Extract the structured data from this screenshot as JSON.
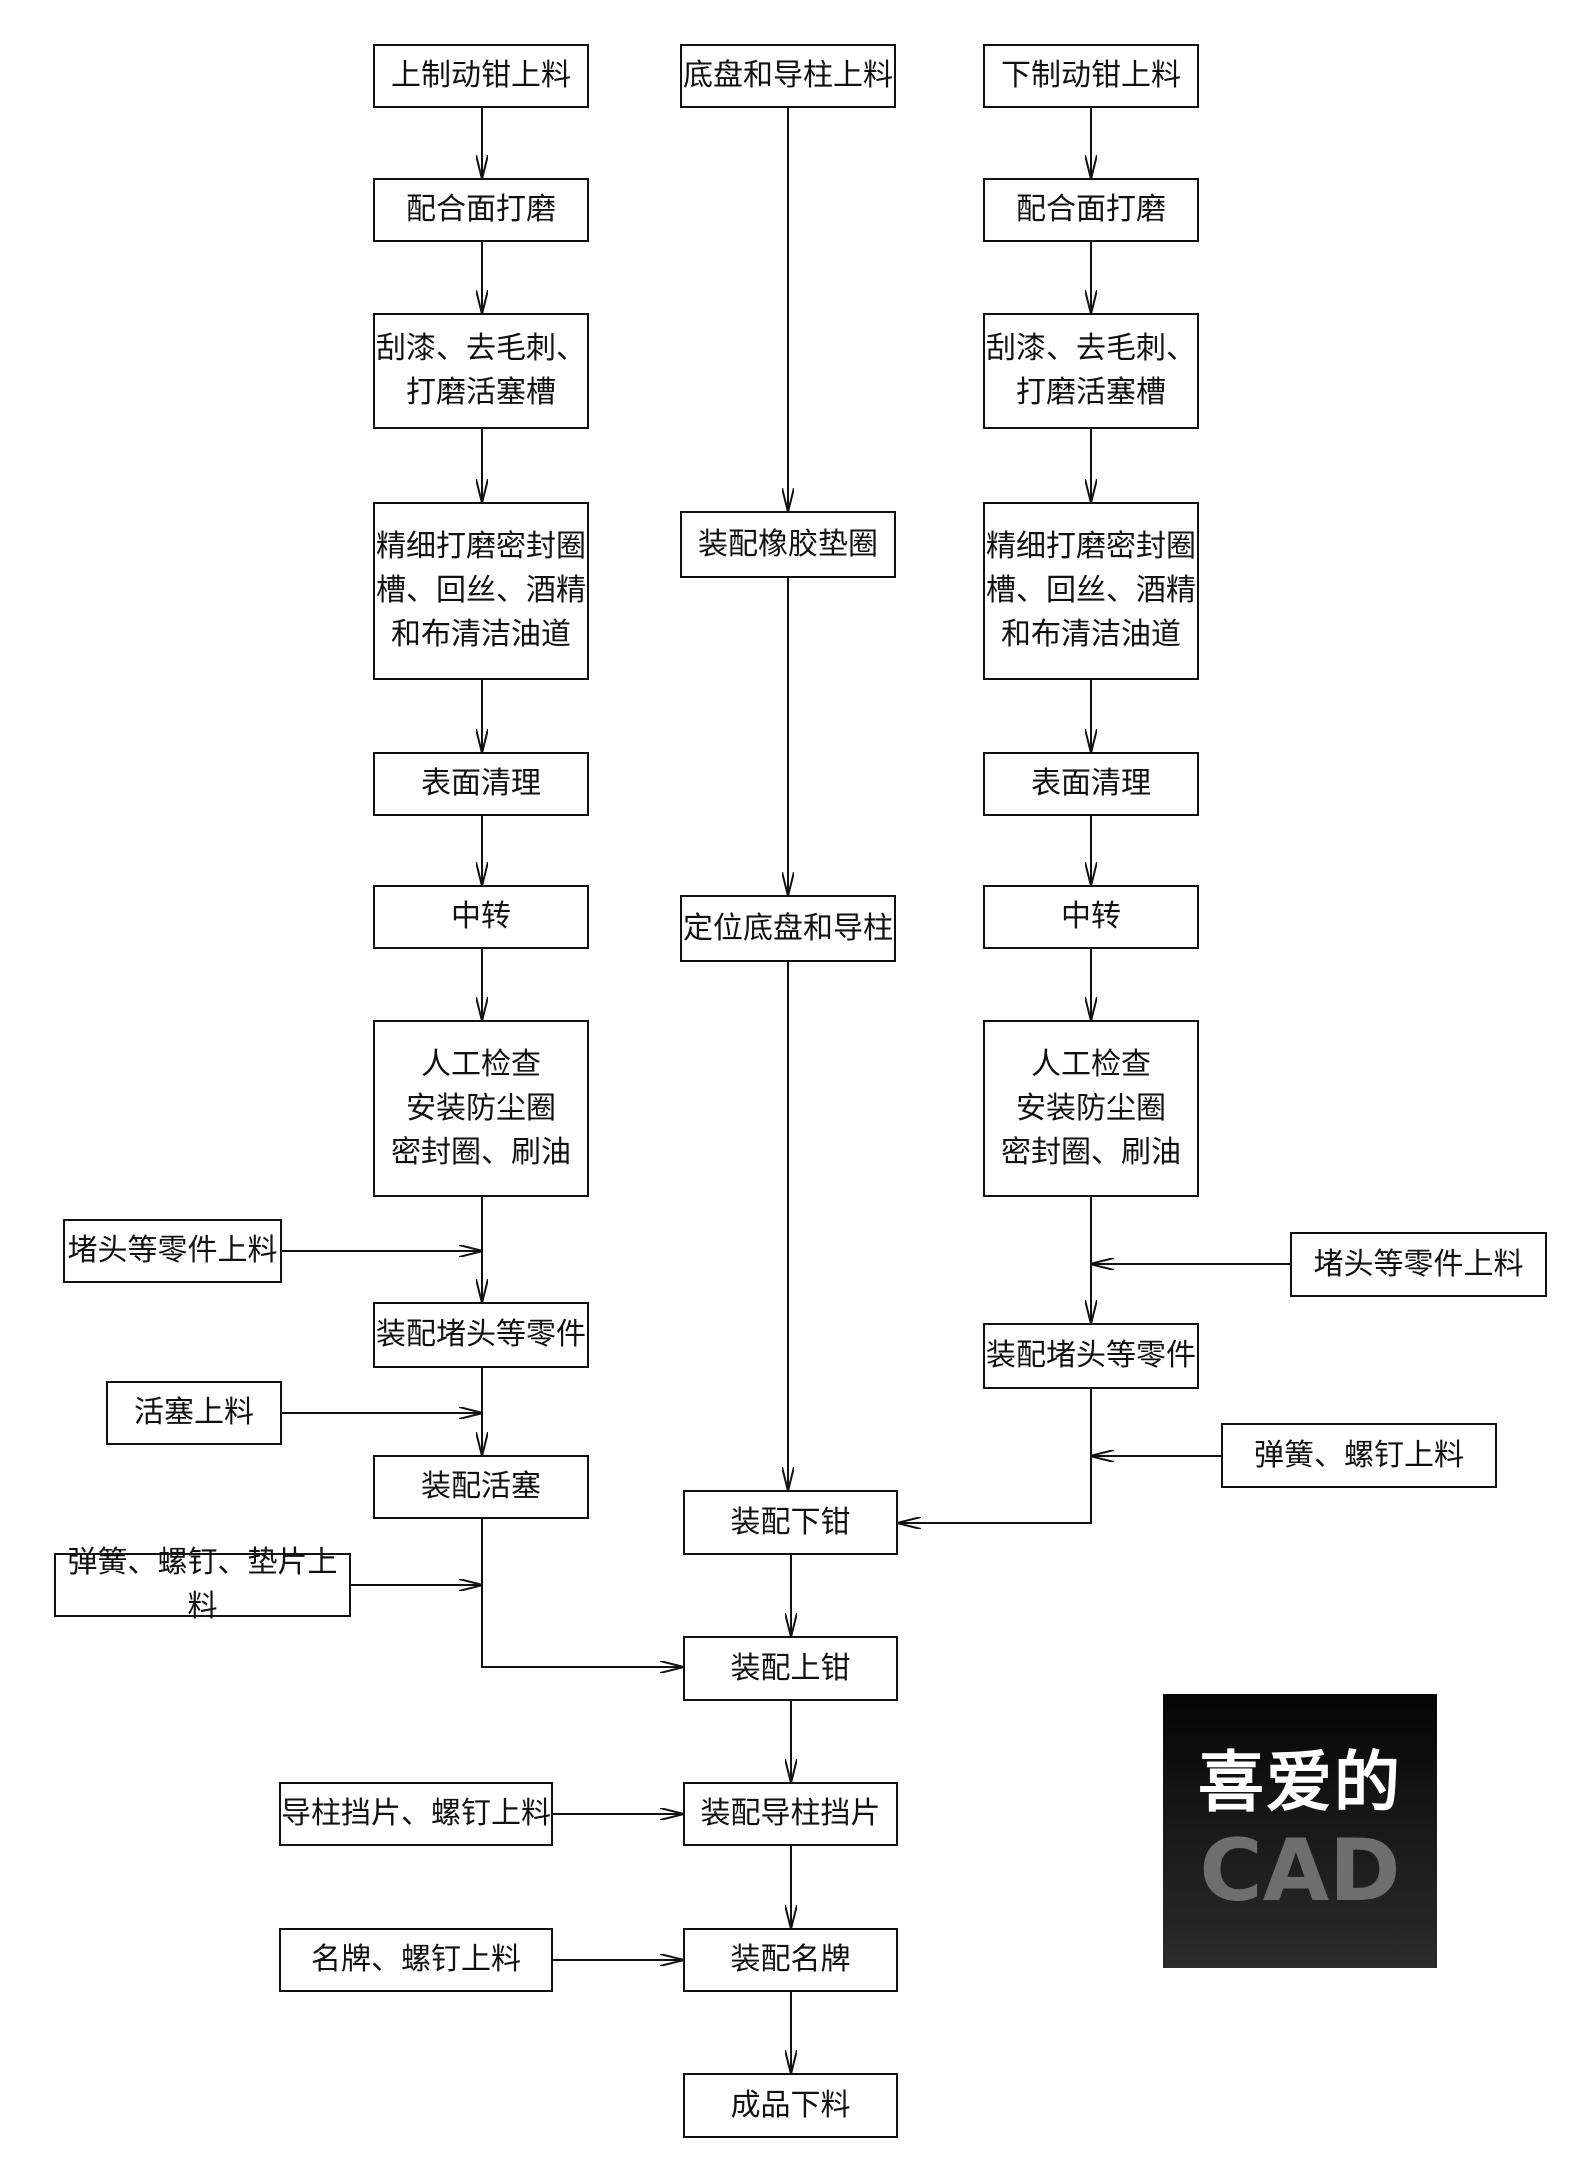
{
  "nodes": {
    "l_load": "上制动钳上料",
    "l_grind": "配合面打磨",
    "l_scrape": "刮漆、去毛刺、\n打磨活塞槽",
    "l_fine": "精细打磨密封圈\n槽、回丝、酒精\n和布清洁油道",
    "l_clean": "表面清理",
    "l_transfer": "中转",
    "l_check": "人工检查\n安装防尘圈\n密封圈、刷油",
    "l_plug_feed": "堵头等零件上料",
    "l_plug_asm": "装配堵头等零件",
    "l_piston_feed": "活塞上料",
    "l_piston_asm": "装配活塞",
    "l_spring_feed": "弹簧、螺钉、垫片上料",
    "c_load": "底盘和导柱上料",
    "c_rubber": "装配橡胶垫圈",
    "c_locate": "定位底盘和导柱",
    "c_lower": "装配下钳",
    "c_upper": "装配上钳",
    "c_guide_feed": "导柱挡片、螺钉上料",
    "c_guide_asm": "装配导柱挡片",
    "c_name_feed": "名牌、螺钉上料",
    "c_name_asm": "装配名牌",
    "c_out": "成品下料",
    "r_load": "下制动钳上料",
    "r_grind": "配合面打磨",
    "r_scrape": "刮漆、去毛刺、\n打磨活塞槽",
    "r_fine": "精细打磨密封圈\n槽、回丝、酒精\n和布清洁油道",
    "r_clean": "表面清理",
    "r_transfer": "中转",
    "r_check": "人工检查\n安装防尘圈\n密封圈、刷油",
    "r_plug_feed": "堵头等零件上料",
    "r_plug_asm": "装配堵头等零件",
    "r_spring_feed": "弹簧、螺钉上料"
  },
  "logo": {
    "line1": "喜爱的",
    "line2": "CAD"
  },
  "colors": {
    "line": "#111111",
    "logo_bg": "#111111",
    "logo_text": "#ffffff",
    "logo_text_dim": "#6e6e6e"
  }
}
